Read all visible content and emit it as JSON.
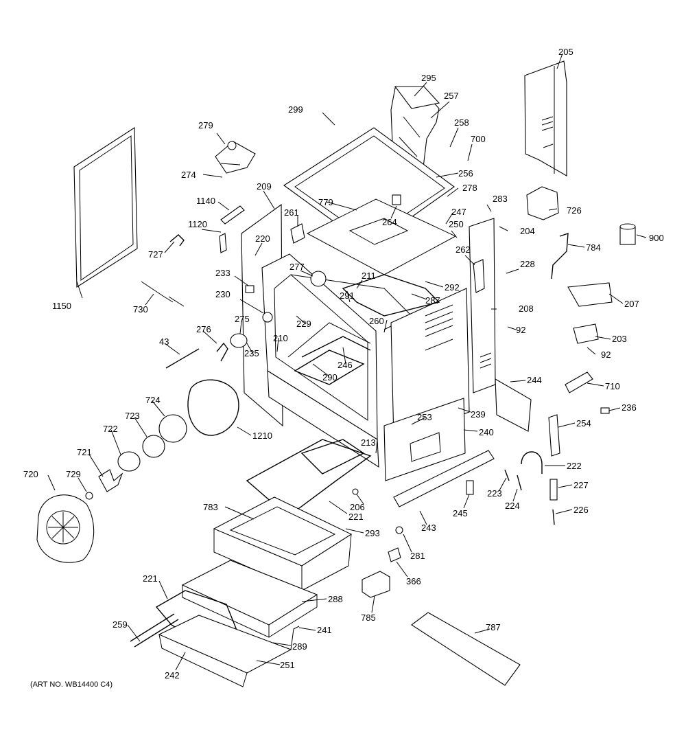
{
  "diagram": {
    "art_number": "(ART NO. WB14400 C4)",
    "parts": [
      {
        "id": "p205",
        "label": "205"
      },
      {
        "id": "p295",
        "label": "295"
      },
      {
        "id": "p257",
        "label": "257"
      },
      {
        "id": "p299",
        "label": "299"
      },
      {
        "id": "p258",
        "label": "258"
      },
      {
        "id": "p700",
        "label": "700"
      },
      {
        "id": "p279",
        "label": "279"
      },
      {
        "id": "p274",
        "label": "274"
      },
      {
        "id": "p256",
        "label": "256"
      },
      {
        "id": "p209",
        "label": "209"
      },
      {
        "id": "p278",
        "label": "278"
      },
      {
        "id": "p779",
        "label": "779"
      },
      {
        "id": "p1140",
        "label": "1140"
      },
      {
        "id": "p283",
        "label": "283"
      },
      {
        "id": "p726",
        "label": "726"
      },
      {
        "id": "p261",
        "label": "261"
      },
      {
        "id": "p247",
        "label": "247"
      },
      {
        "id": "p264",
        "label": "264"
      },
      {
        "id": "p250",
        "label": "250"
      },
      {
        "id": "p204",
        "label": "204"
      },
      {
        "id": "p1120",
        "label": "1120"
      },
      {
        "id": "p220",
        "label": "220"
      },
      {
        "id": "p900",
        "label": "900"
      },
      {
        "id": "p727",
        "label": "727"
      },
      {
        "id": "p262",
        "label": "262"
      },
      {
        "id": "p784",
        "label": "784"
      },
      {
        "id": "p277",
        "label": "277"
      },
      {
        "id": "p228",
        "label": "228"
      },
      {
        "id": "p233",
        "label": "233"
      },
      {
        "id": "p211",
        "label": "211"
      },
      {
        "id": "p292",
        "label": "292"
      },
      {
        "id": "p207",
        "label": "207"
      },
      {
        "id": "p291",
        "label": "291"
      },
      {
        "id": "p230",
        "label": "230"
      },
      {
        "id": "p287",
        "label": "287"
      },
      {
        "id": "p208",
        "label": "208"
      },
      {
        "id": "p730",
        "label": "730"
      },
      {
        "id": "p1150",
        "label": "1150"
      },
      {
        "id": "p275",
        "label": "275"
      },
      {
        "id": "p229",
        "label": "229"
      },
      {
        "id": "p260",
        "label": "260"
      },
      {
        "id": "p92a",
        "label": "92"
      },
      {
        "id": "p276",
        "label": "276"
      },
      {
        "id": "p203",
        "label": "203"
      },
      {
        "id": "p210",
        "label": "210"
      },
      {
        "id": "p43",
        "label": "43"
      },
      {
        "id": "p235",
        "label": "235"
      },
      {
        "id": "p92b",
        "label": "92"
      },
      {
        "id": "p246",
        "label": "246"
      },
      {
        "id": "p290",
        "label": "290"
      },
      {
        "id": "p710",
        "label": "710"
      },
      {
        "id": "p244",
        "label": "244"
      },
      {
        "id": "p724",
        "label": "724"
      },
      {
        "id": "p236",
        "label": "236"
      },
      {
        "id": "p239",
        "label": "239"
      },
      {
        "id": "p253",
        "label": "253"
      },
      {
        "id": "p723",
        "label": "723"
      },
      {
        "id": "p254",
        "label": "254"
      },
      {
        "id": "p1210",
        "label": "1210"
      },
      {
        "id": "p240",
        "label": "240"
      },
      {
        "id": "p722",
        "label": "722"
      },
      {
        "id": "p213",
        "label": "213"
      },
      {
        "id": "p721",
        "label": "721"
      },
      {
        "id": "p222",
        "label": "222"
      },
      {
        "id": "p720",
        "label": "720"
      },
      {
        "id": "p729",
        "label": "729"
      },
      {
        "id": "p227",
        "label": "227"
      },
      {
        "id": "p223",
        "label": "223"
      },
      {
        "id": "p206",
        "label": "206"
      },
      {
        "id": "p245",
        "label": "245"
      },
      {
        "id": "p224",
        "label": "224"
      },
      {
        "id": "p221a",
        "label": "221"
      },
      {
        "id": "p783",
        "label": "783"
      },
      {
        "id": "p226",
        "label": "226"
      },
      {
        "id": "p243",
        "label": "243"
      },
      {
        "id": "p293",
        "label": "293"
      },
      {
        "id": "p281",
        "label": "281"
      },
      {
        "id": "p366",
        "label": "366"
      },
      {
        "id": "p221b",
        "label": "221"
      },
      {
        "id": "p288",
        "label": "288"
      },
      {
        "id": "p785",
        "label": "785"
      },
      {
        "id": "p787",
        "label": "787"
      },
      {
        "id": "p259",
        "label": "259"
      },
      {
        "id": "p241",
        "label": "241"
      },
      {
        "id": "p289",
        "label": "289"
      },
      {
        "id": "p251",
        "label": "251"
      },
      {
        "id": "p242",
        "label": "242"
      }
    ]
  }
}
